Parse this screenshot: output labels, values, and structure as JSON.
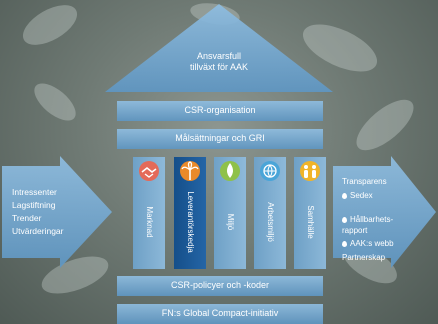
{
  "roof": {
    "line1": "Ansvarsfull",
    "line2": "tillväxt för AAK"
  },
  "bars": {
    "csr_organisation": "CSR-organisation",
    "targets": "Målsättningar och GRI",
    "policies": "CSR-policyer och -koder",
    "un_global_compact": "FN:s Global Compact-initiativ"
  },
  "pillars": [
    {
      "label": "Marknad",
      "icon": "handshake-icon",
      "icon_color": "#e46a59"
    },
    {
      "label": "Leverantörskedja",
      "icon": "palm-tree-icon",
      "icon_color": "#e98a2a"
    },
    {
      "label": "Miljö",
      "icon": "leaf-drop-icon",
      "icon_color": "#8fc149"
    },
    {
      "label": "Arbetsmiljö",
      "icon": "globe-icon",
      "icon_color": "#4aa5d8"
    },
    {
      "label": "Samhälle",
      "icon": "people-icon",
      "icon_color": "#f0b429"
    }
  ],
  "left_arrow": {
    "items": [
      "Intressenter",
      "Lagstiftning",
      "Trender",
      "Utvärderingar"
    ]
  },
  "right_arrow": {
    "heading": "Transparens",
    "bullets": [
      "Sedex",
      "Hållbarhets-\nrapport",
      "AAK:s webb"
    ],
    "footer": "Partnerskap"
  },
  "colors": {
    "block_fill": "#7aaed3",
    "block_dark": "#1f5f9f",
    "pillar_highlight": "#1b5b9b"
  }
}
